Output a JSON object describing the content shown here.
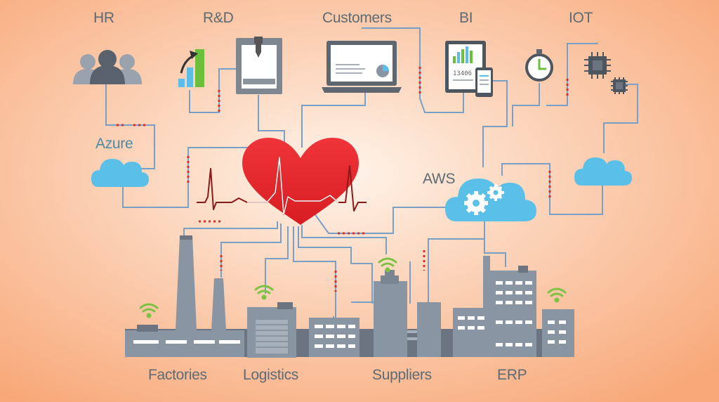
{
  "labels": {
    "hr": "HR",
    "rnd": "R&D",
    "customers": "Customers",
    "bi": "BI",
    "iot": "IOT",
    "azure": "Azure",
    "aws": "AWS",
    "factories": "Factories",
    "logistics": "Logistics",
    "suppliers": "Suppliers",
    "erp": "ERP"
  },
  "bi_screen_number": "13406",
  "colors": {
    "background_center": "#fde7d6",
    "background_edge": "#f8a878",
    "connector": "#7a9fc7",
    "heart": "#e8262b",
    "pulse": "#9b1a1a",
    "cloud": "#5bc0e8",
    "wifi": "#7cc242",
    "building": "#8a95a3",
    "device": "#6b7480",
    "bar_green": "#6cbf3a",
    "dots": "#d9302c"
  },
  "icons": [
    "people-icon",
    "growth-chart-icon",
    "3d-printer-icon",
    "laptop-icon",
    "tablet-phone-icon",
    "stopwatch-icon",
    "chip-icon",
    "cloud-icon",
    "gears-icon",
    "wifi-icon",
    "factory-icon",
    "heart-icon",
    "heartbeat-pulse-icon"
  ]
}
